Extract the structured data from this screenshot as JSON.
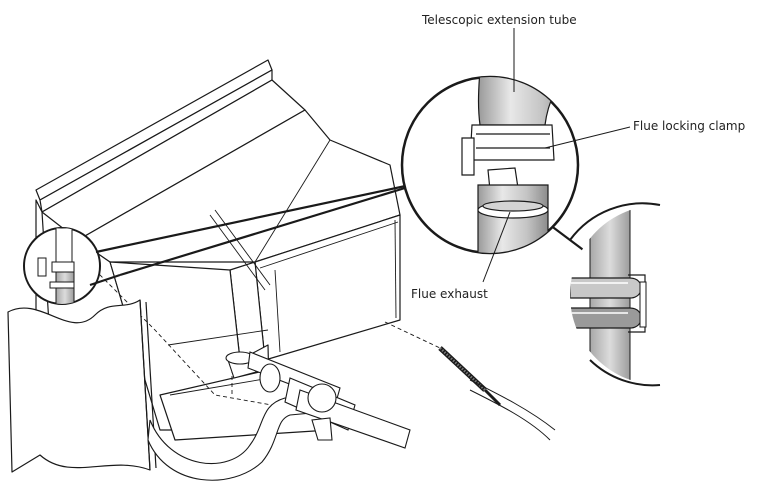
{
  "labels": {
    "telescopic_tube": "Telescopic extension tube",
    "locking_clamp": "Flue locking clamp",
    "flue_exhaust": "Flue exhaust"
  },
  "colors": {
    "line": "#1a1a1a",
    "pipe_shade": "#c9c9c9",
    "pipe_light": "#e6e6e6",
    "pipe_dark": "#8a8a8a"
  }
}
